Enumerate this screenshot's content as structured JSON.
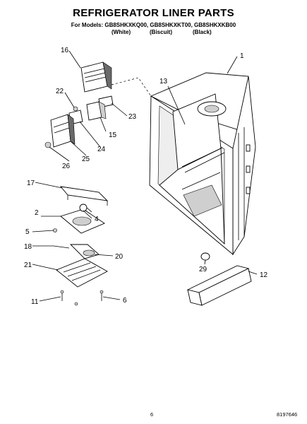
{
  "header": {
    "title": "REFRIGERATOR LINER PARTS",
    "models": "For Models: GB8SHKXKQ00, GB8SHKXKT00, GB8SHKXKB00",
    "colors": [
      "(White)",
      "(Biscuit)",
      "(Black)"
    ]
  },
  "callouts": [
    "1",
    "2",
    "4",
    "5",
    "6",
    "11",
    "12",
    "13",
    "15",
    "16",
    "17",
    "18",
    "20",
    "21",
    "22",
    "23",
    "24",
    "25",
    "26",
    "29"
  ],
  "footer": {
    "page_number": "6",
    "doc_number": "8197646"
  }
}
